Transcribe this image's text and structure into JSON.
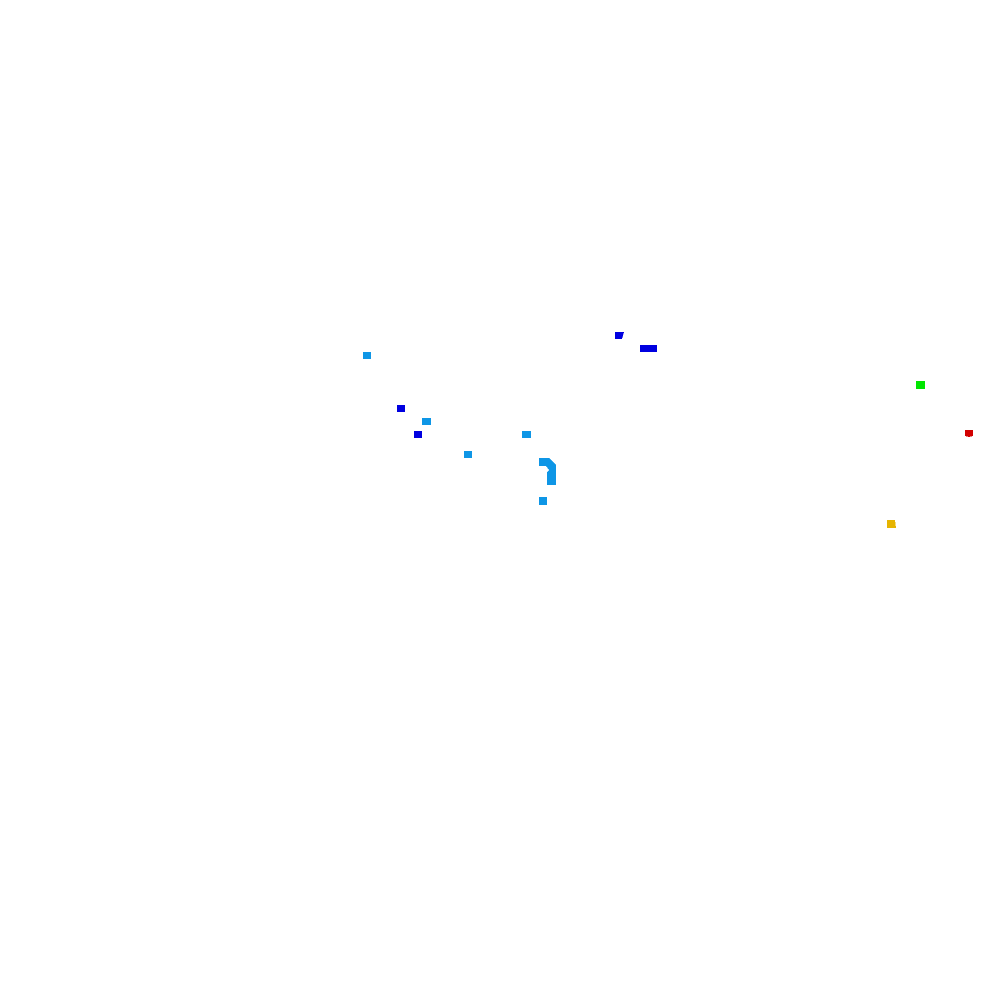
{
  "map": {
    "background_color": "#ffffff",
    "labels": [],
    "features": [
      {
        "kind": "point",
        "color": "#0e96e6"
      },
      {
        "kind": "point",
        "color": "#0000e0"
      },
      {
        "kind": "point",
        "color": "#0e96e6"
      },
      {
        "kind": "point",
        "color": "#0000e0"
      },
      {
        "kind": "point",
        "color": "#0e96e6"
      },
      {
        "kind": "point",
        "color": "#0e96e6"
      },
      {
        "kind": "track",
        "color": "#0e96e6"
      },
      {
        "kind": "point",
        "color": "#0e96e6"
      },
      {
        "kind": "point",
        "color": "#0000e0"
      },
      {
        "kind": "segment",
        "color": "#0000e0"
      },
      {
        "kind": "point",
        "color": "#00e600"
      },
      {
        "kind": "point",
        "color": "#d20000"
      },
      {
        "kind": "point",
        "color": "#e6b400"
      }
    ]
  }
}
